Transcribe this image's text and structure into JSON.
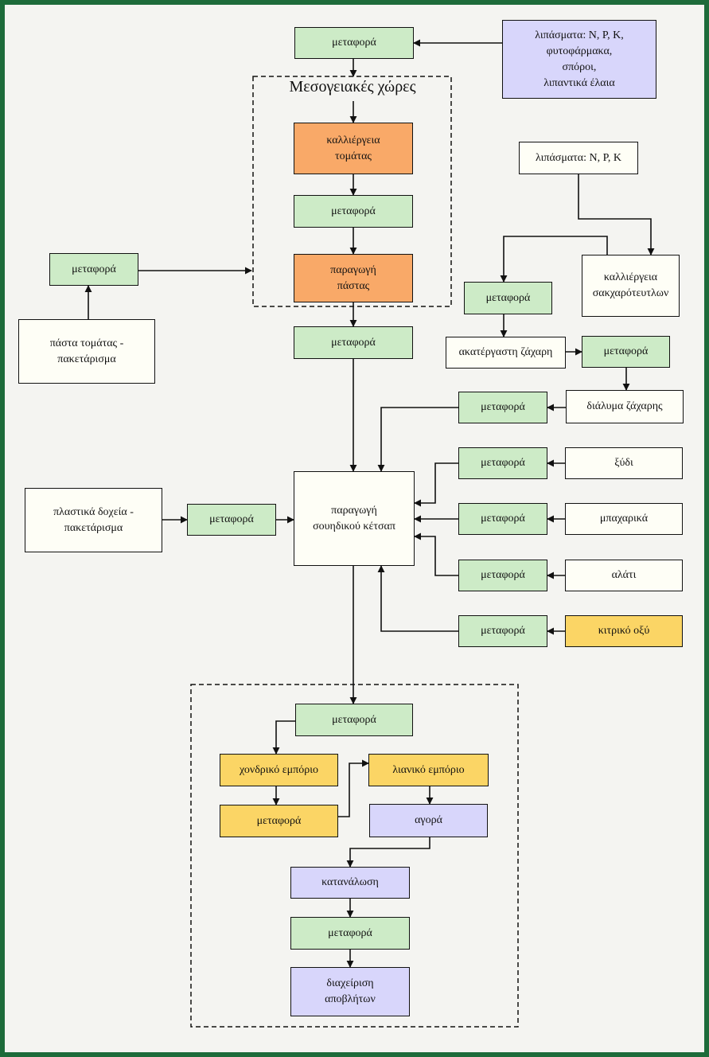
{
  "diagram": {
    "title": "Μεσογειακές χώρες",
    "colors": {
      "frame": "#1d6b3a",
      "transport": "#cdebc7",
      "tomato_processing": "#f9a968",
      "trade": "#fbd565",
      "consumption": "#d8d6fb",
      "input": "#fefef6"
    },
    "nodes": [
      {
        "id": "n-transport-1",
        "text": "μεταφορά",
        "color": "green"
      },
      {
        "id": "n-agro-inputs",
        "text": "λιπάσματα: N, P, K,\nφυτοφάρμακα,\nσπόροι,\nλιπαντικά έλαια",
        "color": "purple"
      },
      {
        "id": "n-tomato-cultivation",
        "text": "καλλιέργεια\nτομάτας",
        "color": "orange"
      },
      {
        "id": "n-transport-2",
        "text": "μεταφορά",
        "color": "green"
      },
      {
        "id": "n-paste-production",
        "text": "παραγωγή\nπάστας",
        "color": "orange"
      },
      {
        "id": "n-transport-paste-pack",
        "text": "μεταφορά",
        "color": "green"
      },
      {
        "id": "n-paste-packaging",
        "text": "πάστα τομάτας -\nπακετάρισμα",
        "color": "white"
      },
      {
        "id": "n-transport-3",
        "text": "μεταφορά",
        "color": "green"
      },
      {
        "id": "n-fertilizers",
        "text": "λιπάσματα: N, P, K",
        "color": "white"
      },
      {
        "id": "n-sugarbeet",
        "text": "καλλιέργεια\nσακχαρότευτλων",
        "color": "white"
      },
      {
        "id": "n-transport-sugarbeet",
        "text": "μεταφορά",
        "color": "green"
      },
      {
        "id": "n-raw-sugar",
        "text": "ακατέργαστη ζάχαρη",
        "color": "white"
      },
      {
        "id": "n-transport-raw-sugar",
        "text": "μεταφορά",
        "color": "green"
      },
      {
        "id": "n-sugar-solution",
        "text": "διάλυμα ζάχαρης",
        "color": "white"
      },
      {
        "id": "n-transport-sugar-solution",
        "text": "μεταφορά",
        "color": "green"
      },
      {
        "id": "n-ketchup-production",
        "text": "παραγωγή\nσουηδικού κέτσαπ",
        "color": "white"
      },
      {
        "id": "n-plastic-packaging",
        "text": "πλαστικά δοχεία -\nπακετάρισμα",
        "color": "white"
      },
      {
        "id": "n-transport-plastic",
        "text": "μεταφορά",
        "color": "green"
      },
      {
        "id": "n-transport-vinegar",
        "text": "μεταφορά",
        "color": "green"
      },
      {
        "id": "n-vinegar",
        "text": "ξύδι",
        "color": "white"
      },
      {
        "id": "n-transport-spices",
        "text": "μεταφορά",
        "color": "green"
      },
      {
        "id": "n-spices",
        "text": "μπαχαρικά",
        "color": "white"
      },
      {
        "id": "n-transport-salt",
        "text": "μεταφορά",
        "color": "green"
      },
      {
        "id": "n-salt",
        "text": "αλάτι",
        "color": "white"
      },
      {
        "id": "n-transport-citric",
        "text": "μεταφορά",
        "color": "green"
      },
      {
        "id": "n-citric-acid",
        "text": "κιτρικό οξύ",
        "color": "yellow"
      },
      {
        "id": "n-transport-distribution",
        "text": "μεταφορά",
        "color": "green"
      },
      {
        "id": "n-wholesale",
        "text": "χονδρικό εμπόριο",
        "color": "yellow"
      },
      {
        "id": "n-retail",
        "text": "λιανικό εμπόριο",
        "color": "yellow"
      },
      {
        "id": "n-transport-wholesale",
        "text": "μεταφορά",
        "color": "yellow"
      },
      {
        "id": "n-market",
        "text": "αγορά",
        "color": "purple"
      },
      {
        "id": "n-consumption",
        "text": "κατανάλωση",
        "color": "purple"
      },
      {
        "id": "n-transport-waste",
        "text": "μεταφορά",
        "color": "green"
      },
      {
        "id": "n-waste-management",
        "text": "διαχείριση\nαποβλήτων",
        "color": "purple"
      }
    ]
  }
}
